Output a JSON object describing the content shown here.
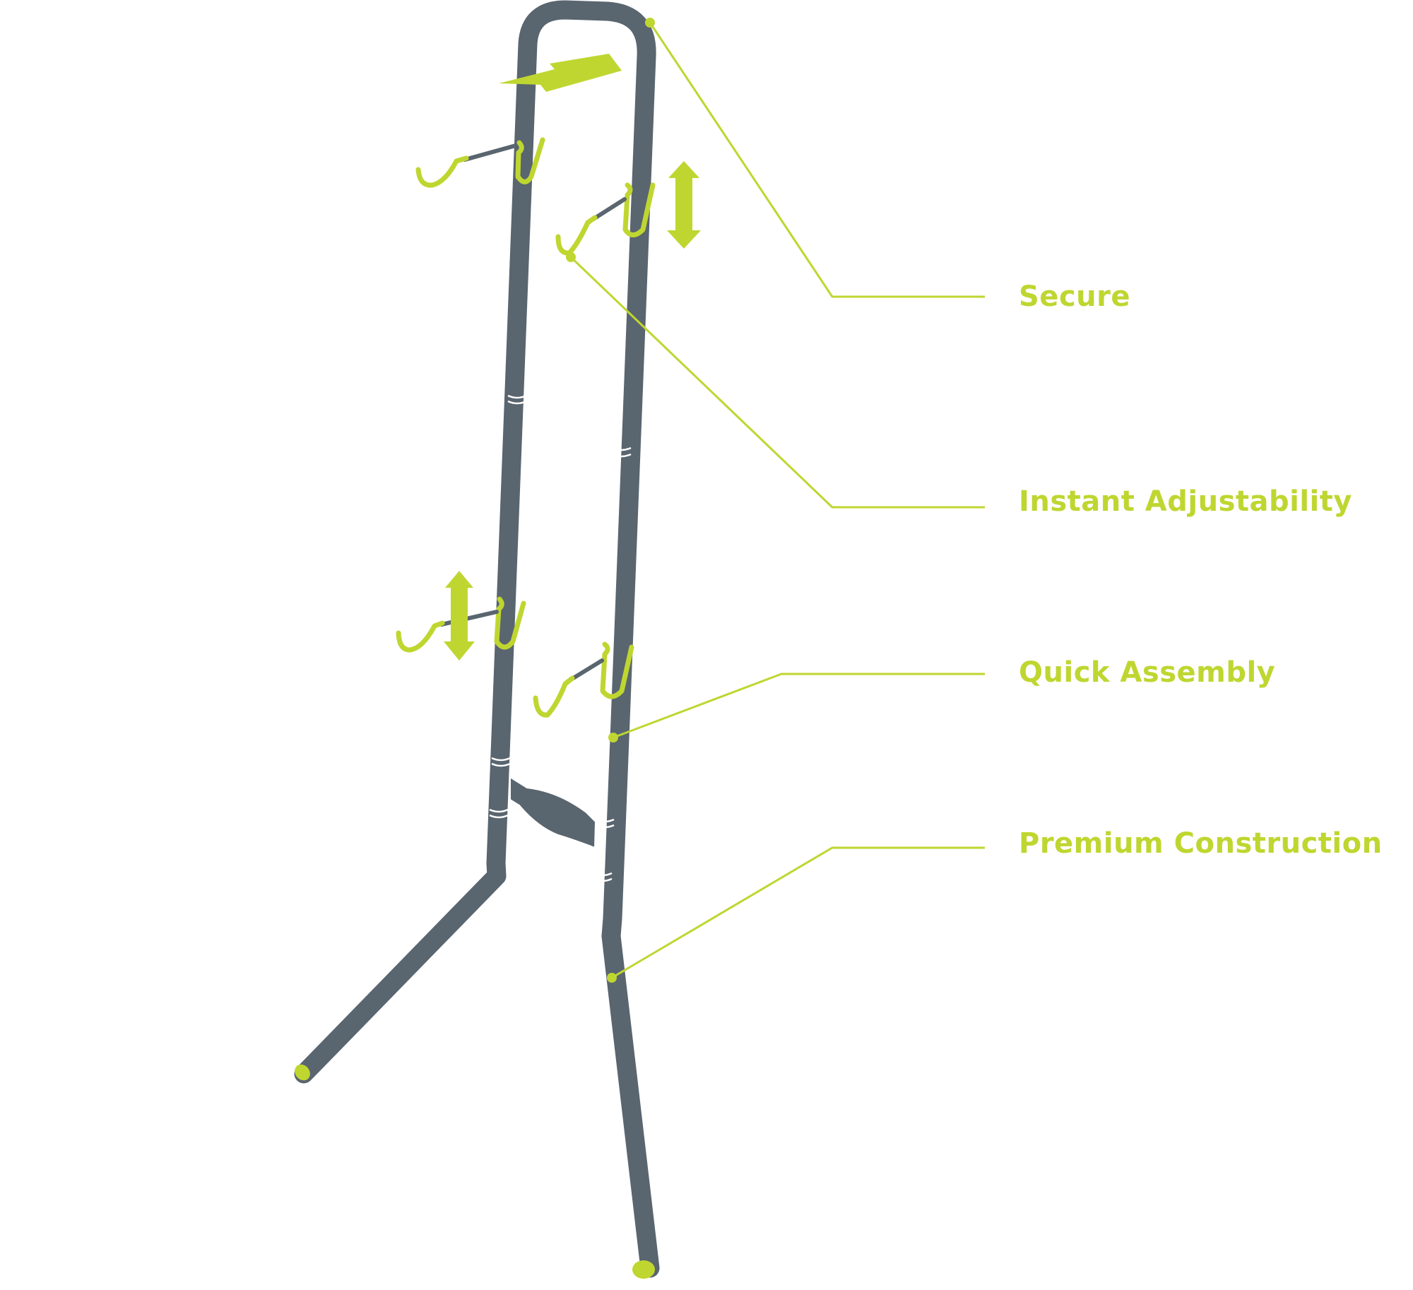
{
  "colors": {
    "frame": "#59656f",
    "accent": "#bfd630",
    "background": "#ffffff"
  },
  "features": [
    {
      "label": "Secure"
    },
    {
      "label": "Instant Adjustability"
    },
    {
      "label": "Quick Assembly"
    },
    {
      "label": "Premium Construction"
    }
  ]
}
